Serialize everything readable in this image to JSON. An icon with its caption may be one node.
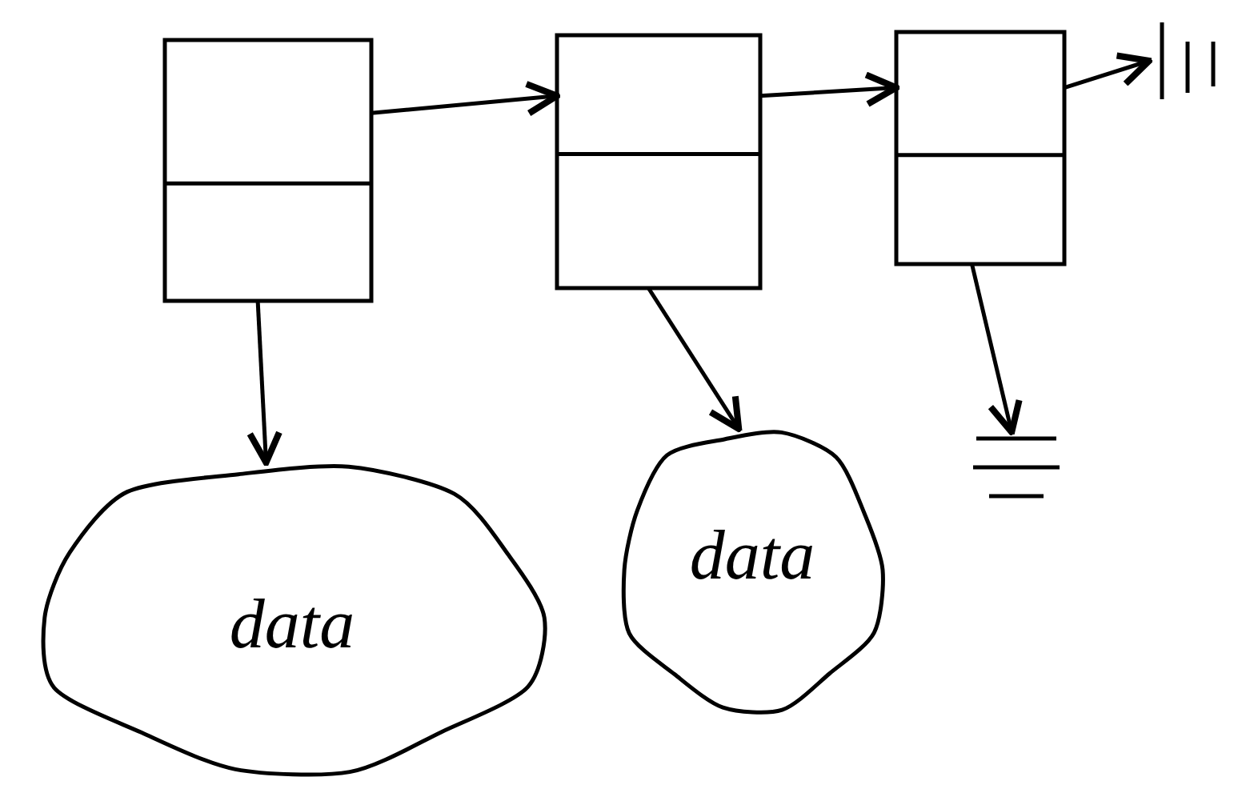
{
  "diagram": {
    "nodes": [
      {
        "text": [],
        "shape": "box"
      },
      {
        "text": [],
        "shape": "box"
      },
      {
        "text": [],
        "shape": "box"
      },
      {
        "text": [],
        "shape": "bar"
      },
      {
        "text": [
          "data"
        ]
      },
      {
        "text": [
          "data"
        ]
      },
      {
        "text": [],
        "shape": "bar"
      }
    ],
    "edges": [
      {
        "from": 0,
        "to": 1,
        "arrow": "to"
      },
      {
        "from": 1,
        "to": 2,
        "arrow": "to"
      },
      {
        "from": 2,
        "to": 3,
        "arrow": "to"
      },
      {
        "from": 0,
        "to": 4,
        "arrow": "to"
      },
      {
        "from": 1,
        "to": 5,
        "arrow": "to"
      },
      {
        "from": 2,
        "to": 6,
        "arrow": "to"
      }
    ]
  }
}
